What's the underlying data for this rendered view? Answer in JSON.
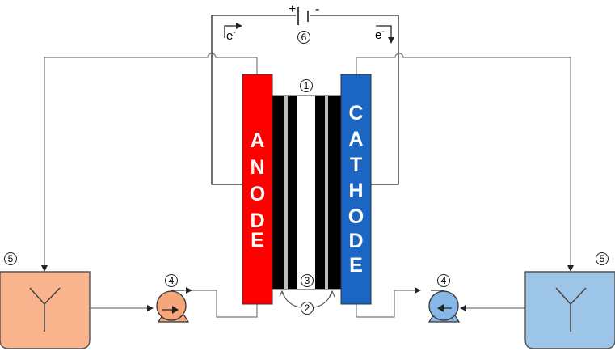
{
  "colors": {
    "anode": "#ff0000",
    "cathode": "#1a66c2",
    "anolyte_tank": "#f9b48d",
    "catholyte_tank": "#9dc5e8",
    "anode_pump": "#f6a67a",
    "cathode_pump": "#86b7e6",
    "membrane": "#000000"
  },
  "electrodes": {
    "anode": {
      "letters": [
        "A",
        "N",
        "O",
        "D",
        "E"
      ]
    },
    "cathode": {
      "letters": [
        "C",
        "A",
        "T",
        "H",
        "O",
        "D",
        "E"
      ]
    }
  },
  "power_source": {
    "plus": "+",
    "minus": "-"
  },
  "electron_labels": {
    "left": "e",
    "right": "e",
    "superscript": "-"
  },
  "callouts": {
    "membrane_stack": "1",
    "flow_arcs": "2",
    "spacer": "3",
    "pump_left": "4",
    "pump_right": "4",
    "tank_left": "5",
    "tank_right": "5",
    "power_supply": "6"
  },
  "icons": {
    "pump": "centrifugal-pump-icon",
    "tank_electrode": "y-shaped-electrode-icon",
    "battery": "dc-power-source-icon"
  }
}
